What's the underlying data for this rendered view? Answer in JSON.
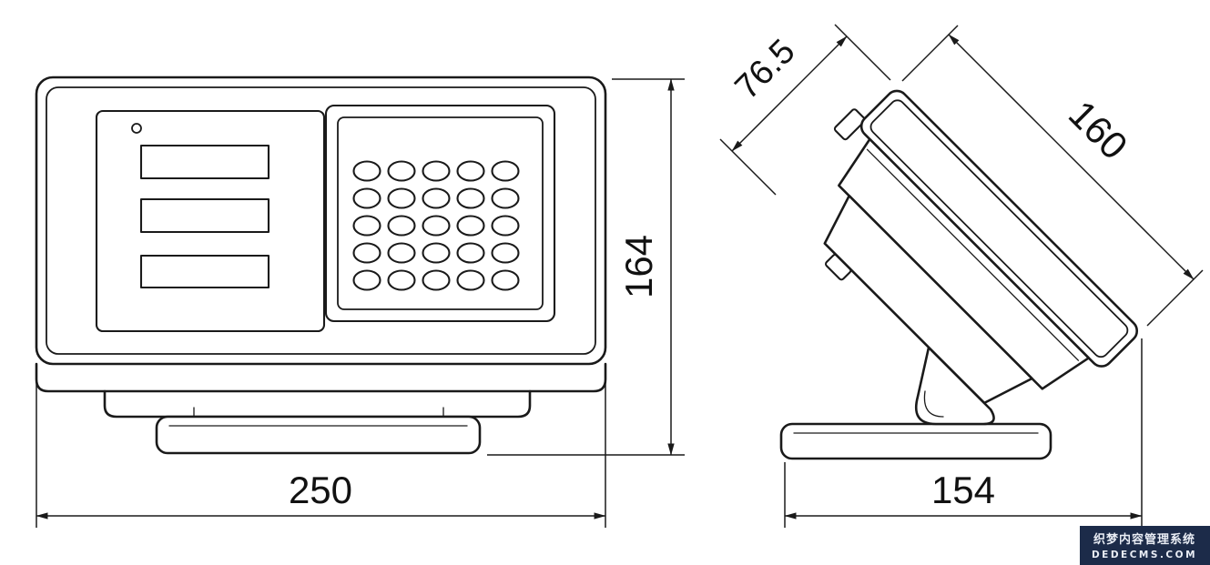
{
  "drawing": {
    "front_view": {
      "width_label": "250",
      "height_label": "164"
    },
    "side_view": {
      "depth_label": "76.5",
      "face_length_label": "160",
      "base_width_label": "154"
    }
  },
  "watermark": {
    "line1": "织梦内容管理系统",
    "line2": "DEDECMS.COM"
  },
  "colors": {
    "line": "#1a1a1a",
    "watermark_bg": "#1c2b49",
    "watermark_text": "#e9edf5"
  }
}
